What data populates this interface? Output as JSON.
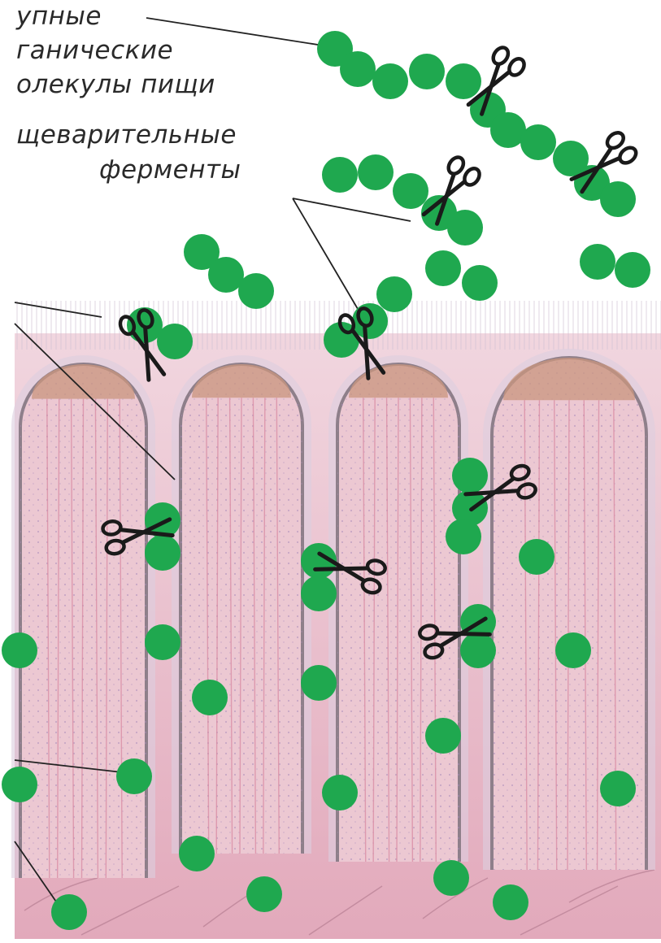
{
  "labels": {
    "food_molecules": [
      "упные",
      "ганические",
      "олекулы пищи"
    ],
    "enzymes": [
      "щеварительные",
      "ферменты"
    ]
  },
  "colors": {
    "molecule": "#1fa84f",
    "villus_fill": "#ecc8d2",
    "villus_edge": "#8e7f8a",
    "villus_cap": "#c9957e",
    "tissue": "#e4b3c2",
    "brush_border": "#d8c7d6",
    "scissors": "#1a1a1a",
    "leader_line": "#222222"
  },
  "icons": [
    "scissors-icon"
  ]
}
